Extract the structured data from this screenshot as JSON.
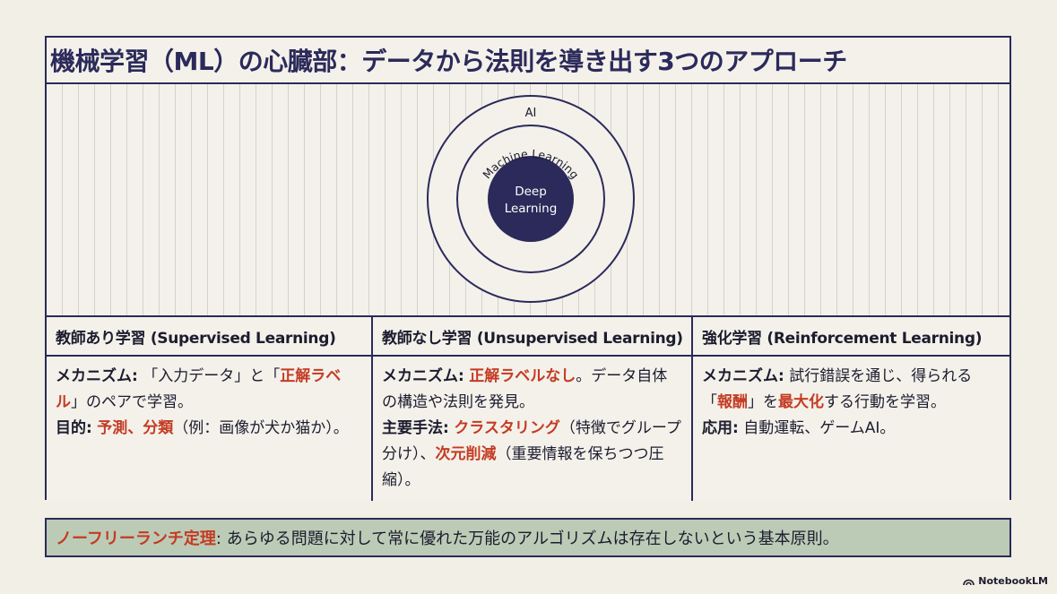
{
  "title": "機械学習（ML）の心臓部：データから法則を導き出す3つのアプローチ",
  "diagram": {
    "outer": "AI",
    "middle": "Machine Learning",
    "inner_line1": "Deep",
    "inner_line2": "Learning",
    "colors": {
      "ring": "#2b2a5a",
      "core": "#2b2a5a"
    }
  },
  "columns": [
    {
      "heading": "教師あり学習 (Supervised Learning)",
      "mechanism_label": "メカニズム:",
      "mechanism_t1": "「入力データ」と「",
      "mechanism_hl": "正解ラベル",
      "mechanism_t2": "」のペアで学習。",
      "purpose_label": "目的:",
      "purpose_hl": "予測、分類",
      "purpose_t": "（例：画像が犬か猫か）。"
    },
    {
      "heading": "教師なし学習 (Unsupervised Learning)",
      "mechanism_label": "メカニズム:",
      "mechanism_hl": "正解ラベルなし",
      "mechanism_t": "。データ自体の構造や法則を発見。",
      "method_label": "主要手法:",
      "method_hl1": "クラスタリング",
      "method_t1": "（特徴でグループ分け）、",
      "method_hl2": "次元削減",
      "method_t2": "（重要情報を保ちつつ圧縮）。"
    },
    {
      "heading": "強化学習 (Reinforcement Learning)",
      "mechanism_label": "メカニズム:",
      "mechanism_t1": "試行錯誤を通じ、得られる「",
      "mechanism_hl1": "報酬",
      "mechanism_t2": "」を",
      "mechanism_hl2": "最大化",
      "mechanism_t3": "する行動を学習。",
      "app_label": "応用:",
      "app_t": "自動運転、ゲームAI。"
    }
  ],
  "footer": {
    "highlight": "ノーフリーランチ定理",
    "text": ": あらゆる問題に対して常に優れた万能のアルゴリズムは存在しないという基本原則。"
  },
  "brand": "NotebookLM",
  "accent_colors": {
    "navy": "#2b2a5a",
    "red": "#c43b23",
    "footer_bg": "#bccbb6"
  }
}
